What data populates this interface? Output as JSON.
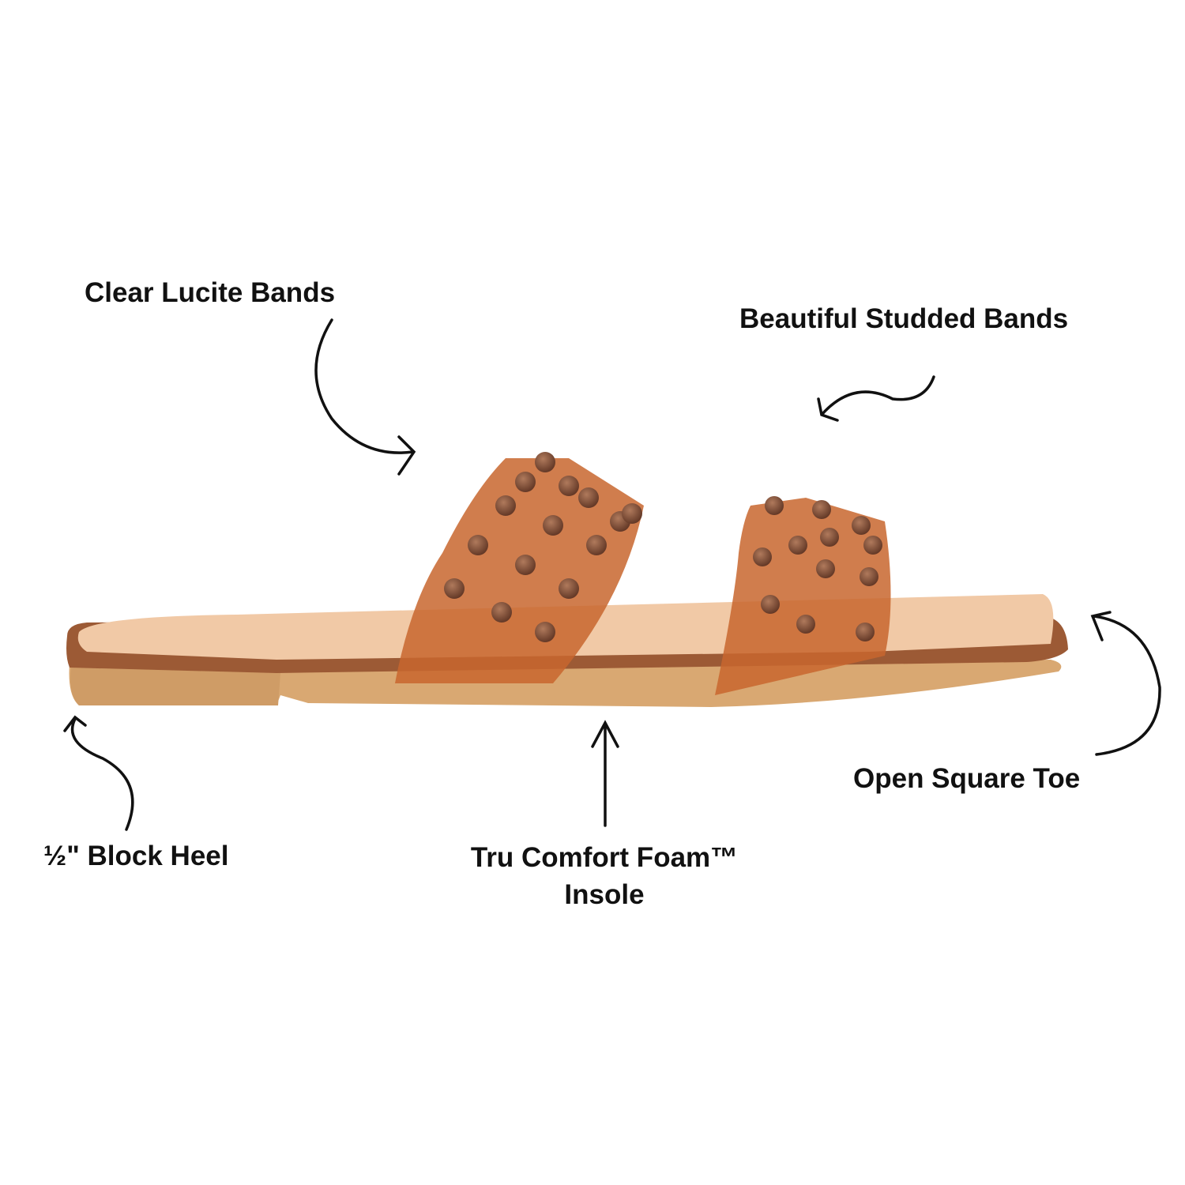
{
  "callouts": {
    "clear_lucite": "Clear Lucite Bands",
    "studded": "Beautiful Studded Bands",
    "square_toe": "Open Square Toe",
    "block_heel": "½\" Block Heel",
    "foam_line1": "Tru Comfort Foam™",
    "foam_line2": "Insole"
  },
  "colors": {
    "band": "#c8662e",
    "stud": "#7a4a33",
    "sole": "#d9a872",
    "rim": "#9c5a35",
    "footbed": "#f1c9a6",
    "ink": "#111111"
  }
}
